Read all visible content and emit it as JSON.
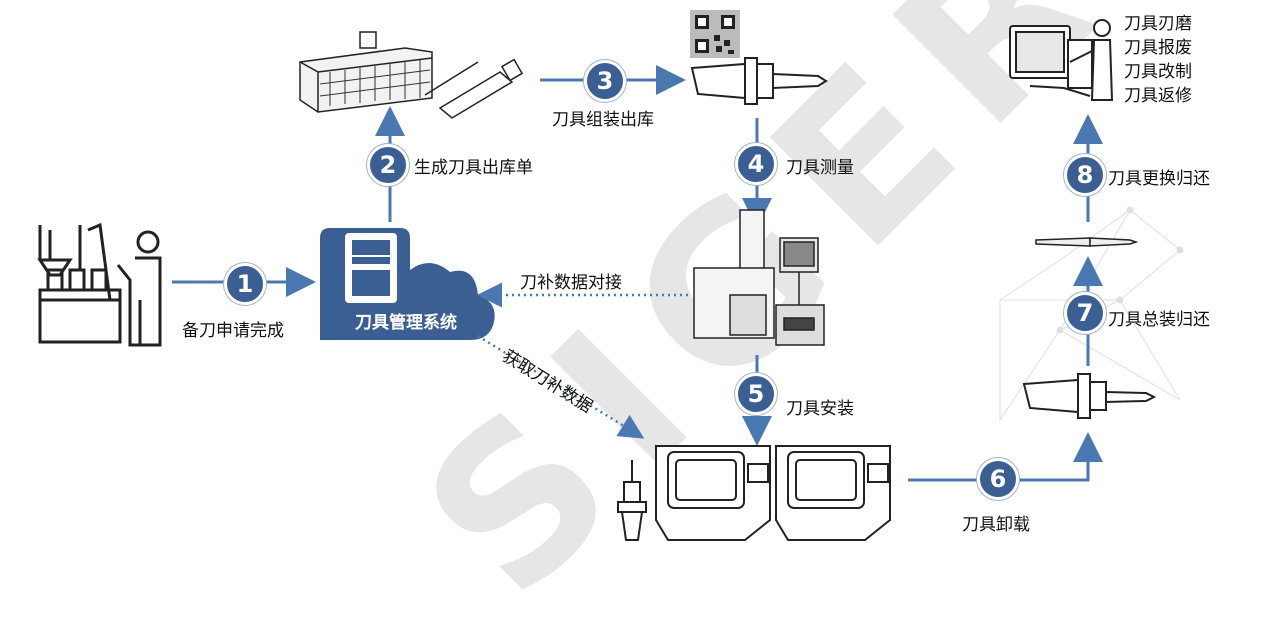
{
  "watermark": "SIGER",
  "system": {
    "label": "刀具管理系统"
  },
  "steps": [
    {
      "num": "1",
      "label": "备刀申请完成"
    },
    {
      "num": "2",
      "label": "生成刀具出库单"
    },
    {
      "num": "3",
      "label": "刀具组装出库"
    },
    {
      "num": "4",
      "label": "刀具测量"
    },
    {
      "num": "5",
      "label": "刀具安装"
    },
    {
      "num": "6",
      "label": "刀具卸载"
    },
    {
      "num": "7",
      "label": "刀具总装归还"
    },
    {
      "num": "8",
      "label": "刀具更换归还"
    }
  ],
  "data_links": {
    "offset_dock": "刀补数据对接",
    "offset_fetch": "获取刀补数据"
  },
  "final_actions": [
    "刀具刃磨",
    "刀具报废",
    "刀具改制",
    "刀具返修"
  ],
  "colors": {
    "accent": "#3b5f93",
    "arrow": "#4a78b0",
    "icon": "#222222"
  }
}
